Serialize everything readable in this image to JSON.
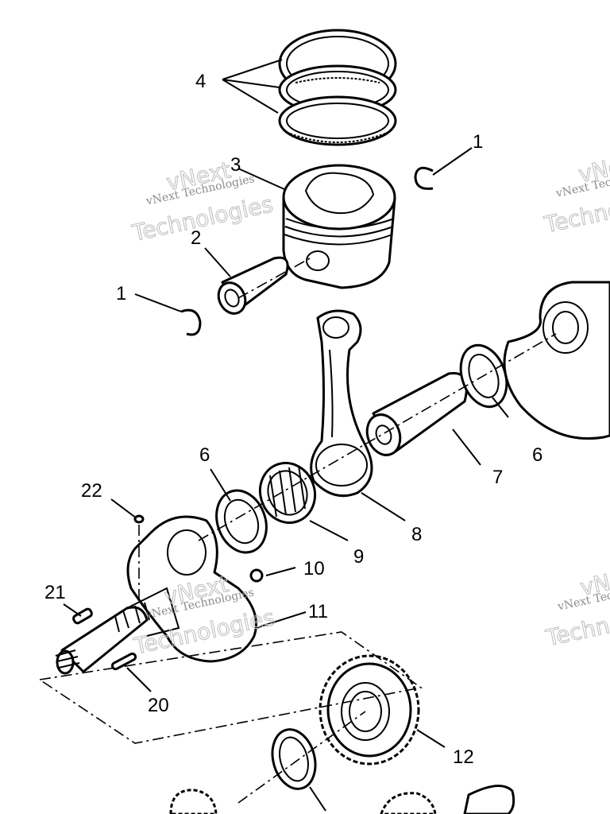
{
  "watermark": {
    "company_line": "vNext Technologies",
    "big_line_1": "vNext",
    "big_line_2": "Technologies"
  },
  "callouts": [
    {
      "id": "c4",
      "label": "4"
    },
    {
      "id": "c3",
      "label": "3"
    },
    {
      "id": "c1a",
      "label": "1"
    },
    {
      "id": "c2",
      "label": "2"
    },
    {
      "id": "c1b",
      "label": "1"
    },
    {
      "id": "c6a",
      "label": "6"
    },
    {
      "id": "c6b",
      "label": "6"
    },
    {
      "id": "c7",
      "label": "7"
    },
    {
      "id": "c22",
      "label": "22"
    },
    {
      "id": "c8",
      "label": "8"
    },
    {
      "id": "c9",
      "label": "9"
    },
    {
      "id": "c10",
      "label": "10"
    },
    {
      "id": "c21",
      "label": "21"
    },
    {
      "id": "c11",
      "label": "11"
    },
    {
      "id": "c20",
      "label": "20"
    },
    {
      "id": "c12",
      "label": "12"
    }
  ]
}
